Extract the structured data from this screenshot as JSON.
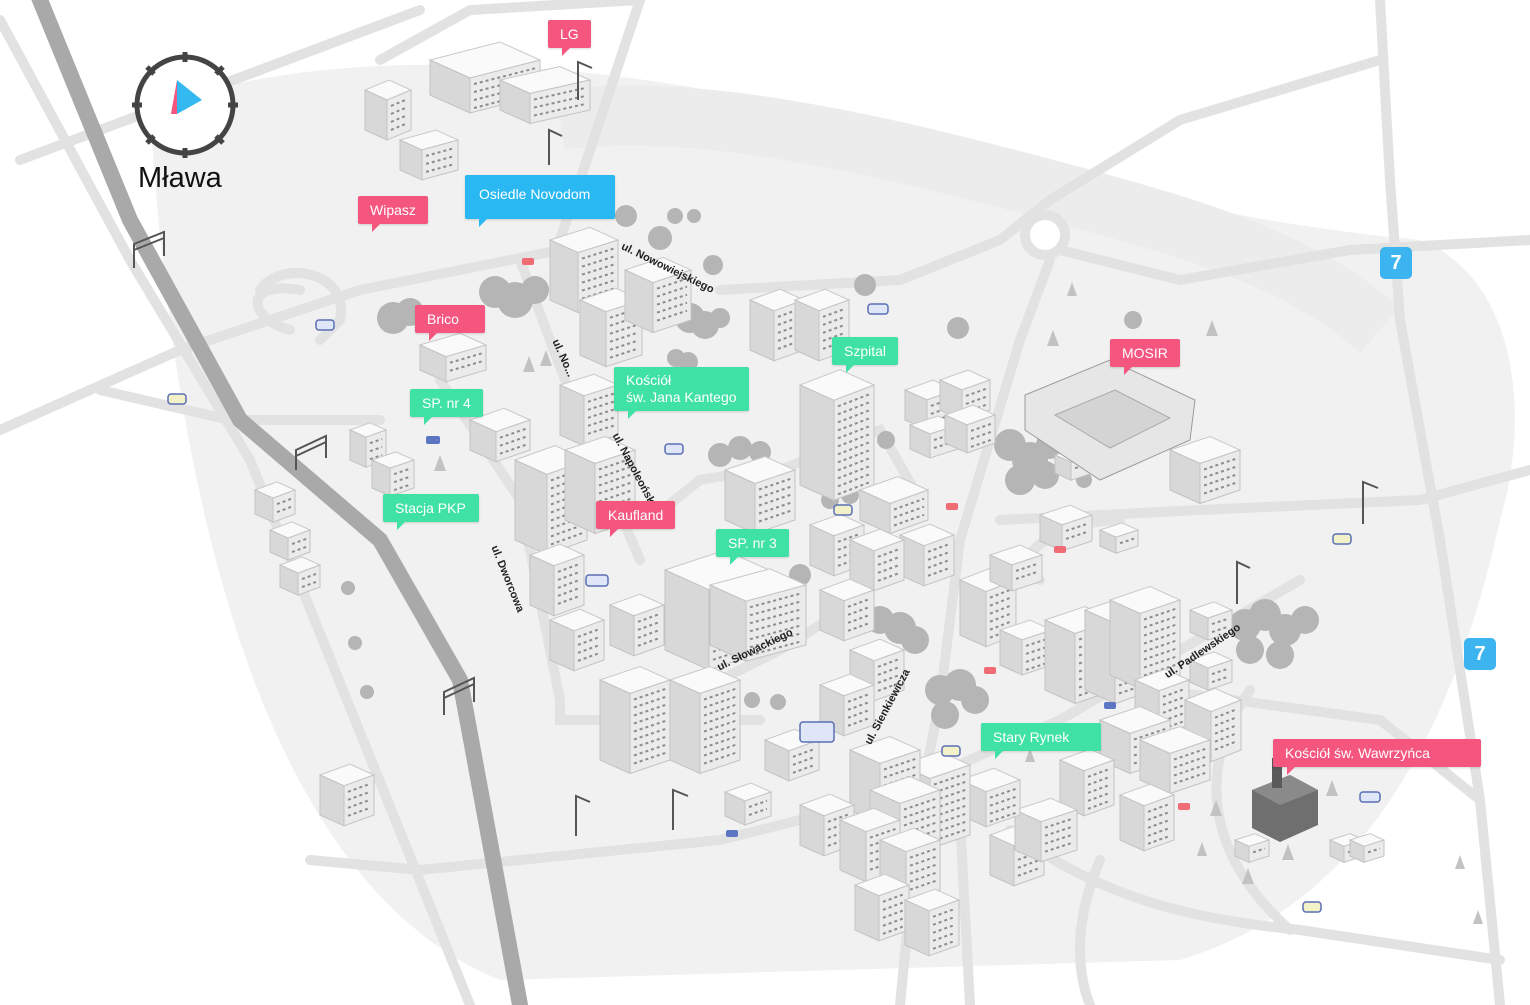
{
  "map": {
    "city_name": "Mława",
    "colors": {
      "pink": "#f4567f",
      "green": "#3fe1a4",
      "blue": "#29b8f2",
      "road_shield": "#3bb4ef",
      "road": "#e4e4e4",
      "railway": "#a8a8a8",
      "area": "#efefef"
    },
    "icons": [
      "compass-icon",
      "road-shield-icon",
      "building-icon",
      "tree-icon",
      "car-icon",
      "street-lamp-icon",
      "railway-gantry-icon",
      "roundabout-icon"
    ],
    "pois": [
      {
        "id": "lg",
        "label": "LG",
        "color": "pink"
      },
      {
        "id": "wipasz",
        "label": "Wipasz",
        "color": "pink"
      },
      {
        "id": "osiedle",
        "label": "Osiedle Novodom",
        "color": "blue"
      },
      {
        "id": "brico",
        "label": "Brico",
        "color": "pink"
      },
      {
        "id": "sp4",
        "label": "SP. nr 4",
        "color": "green"
      },
      {
        "id": "kosciol_jk",
        "label_line1": "Kościół",
        "label_line2": "św. Jana Kantego",
        "color": "green"
      },
      {
        "id": "szpital",
        "label": "Szpital",
        "color": "green"
      },
      {
        "id": "mosir",
        "label": "MOSIR",
        "color": "pink"
      },
      {
        "id": "stacja",
        "label": "Stacja PKP",
        "color": "green"
      },
      {
        "id": "kaufland",
        "label": "Kaufland",
        "color": "pink"
      },
      {
        "id": "sp3",
        "label": "SP. nr 3",
        "color": "green"
      },
      {
        "id": "rynek",
        "label": "Stary Rynek",
        "color": "green"
      },
      {
        "id": "kosciol_w",
        "label": "Kościół św. Wawrzyńca",
        "color": "pink"
      }
    ],
    "road_shields": [
      "7",
      "7"
    ],
    "streets": [
      "ul. Nowowiejskiego",
      "ul. No...",
      "ul. Napoleońska",
      "ul. Dworcowa",
      "ul. Słowackiego",
      "ul. Sienkiewicza",
      "ul. Padlewskiego"
    ]
  }
}
